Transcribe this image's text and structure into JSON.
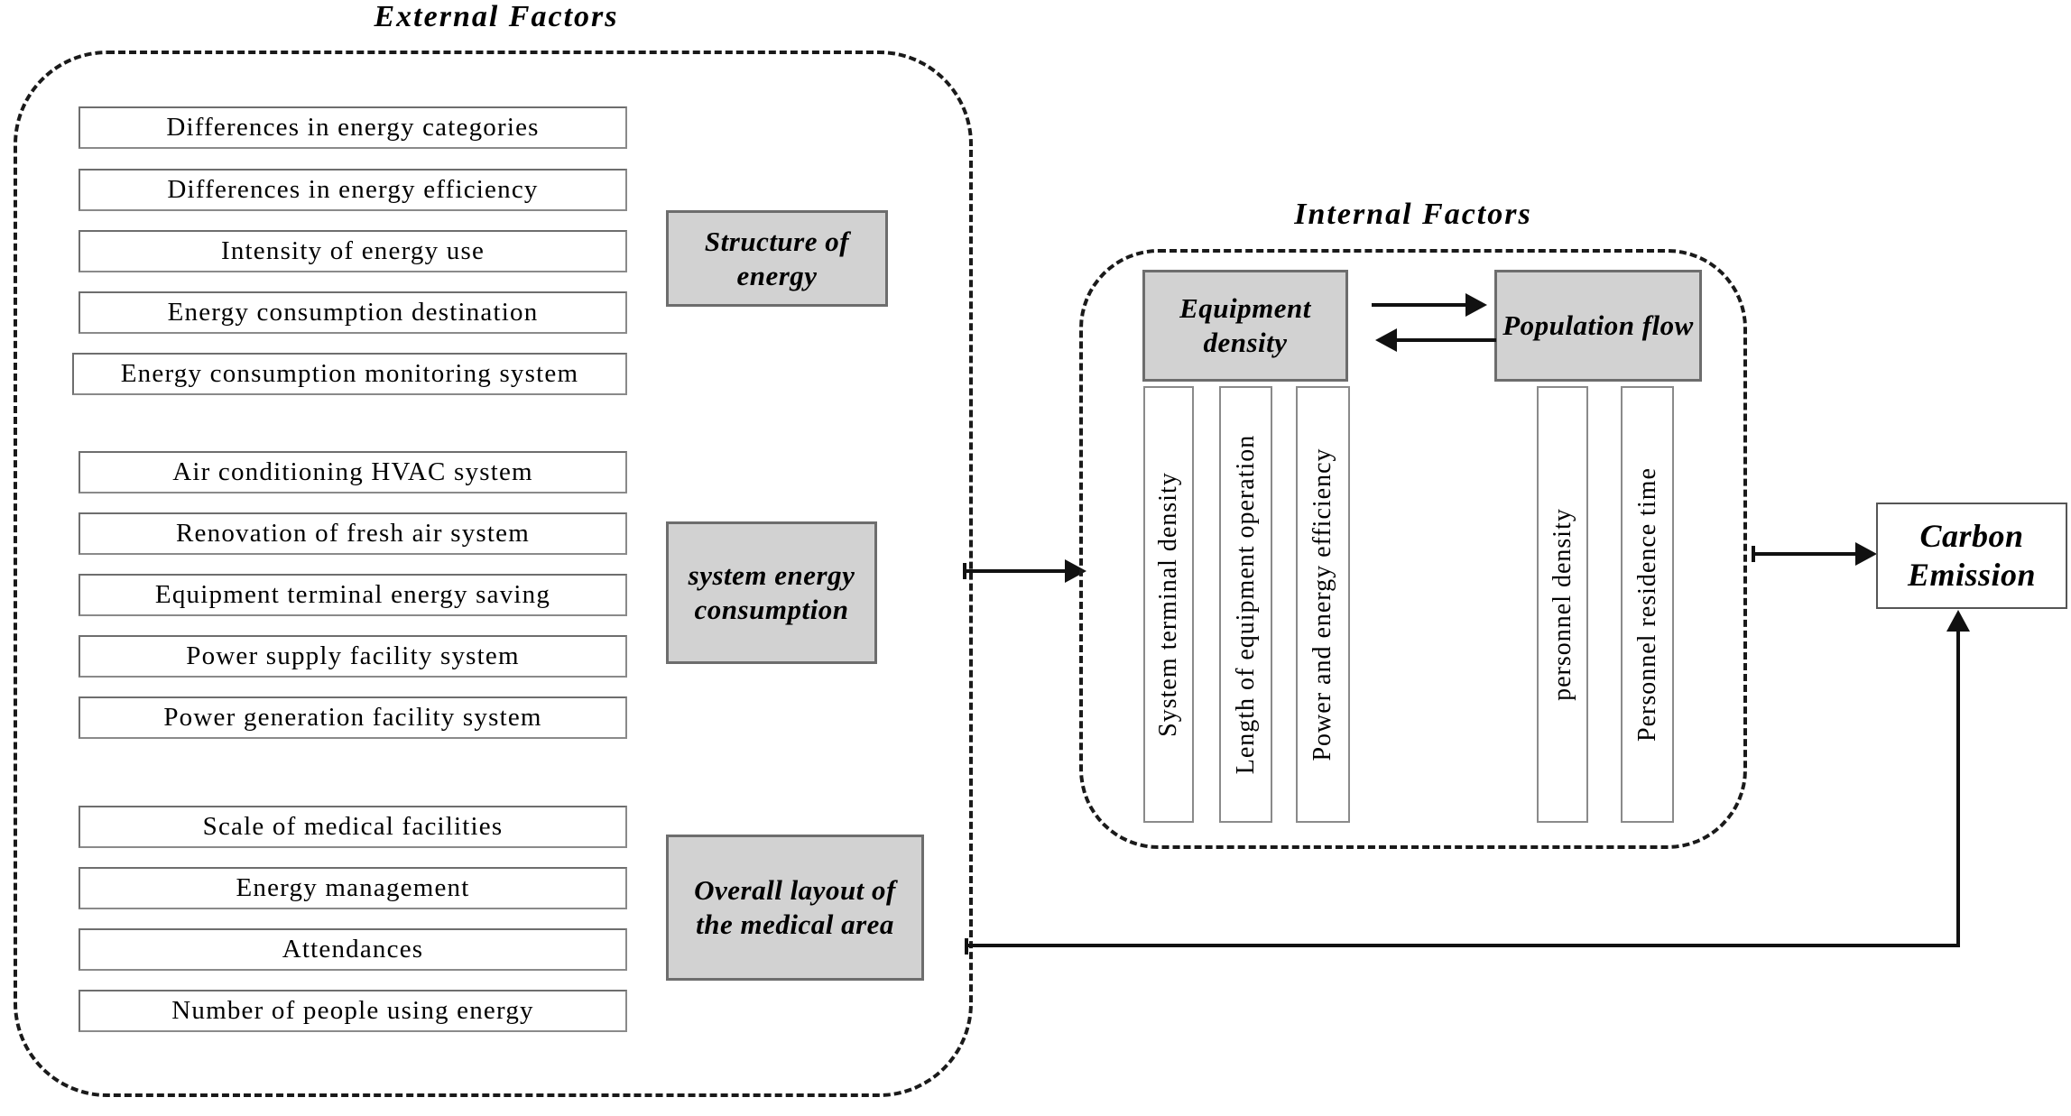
{
  "diagram": {
    "title_external": "External  Factors",
    "title_internal": "Internal  Factors"
  },
  "external_factors": {
    "label": "External  Factors",
    "groups": [
      {
        "category_label": "Structure of energy",
        "items": [
          "Differences in energy categories",
          "Differences  in  energy  efficiency",
          "Intensity  of  energy  use",
          "Energy  consumption  destination",
          "Energy  consumption  monitoring  system"
        ]
      },
      {
        "category_label": "system energy consumption",
        "items": [
          "Air conditioning HVAC system",
          "Renovation  of  fresh  air  system",
          "Equipment  terminal  energy  saving",
          "Power  supply  facility  system",
          "Power  generation  facility  system"
        ]
      },
      {
        "category_label": "Overall layout of the medical area",
        "items": [
          "Scale  of  medical  facilities",
          "Energy  management",
          "Attendances",
          "Number  of  people  using  energy"
        ]
      }
    ]
  },
  "internal_factors": {
    "label": "Internal  Factors",
    "nodes": [
      {
        "label": "Equipment density"
      },
      {
        "label": "Population flow"
      }
    ],
    "equipment_subfactors": [
      "System terminal density",
      "Length of equipment operation",
      "Power  and  energy  efficiency"
    ],
    "population_subfactors": [
      "personnel  density",
      "Personnel  residence  time"
    ]
  },
  "output": {
    "label": "Carbon Emission"
  },
  "colors": {
    "gray_fill": "#d2d2d2",
    "gray_border": "#6d6d6d",
    "box_border": "#8a8a8a",
    "line": "#111111",
    "background": "#ffffff"
  }
}
